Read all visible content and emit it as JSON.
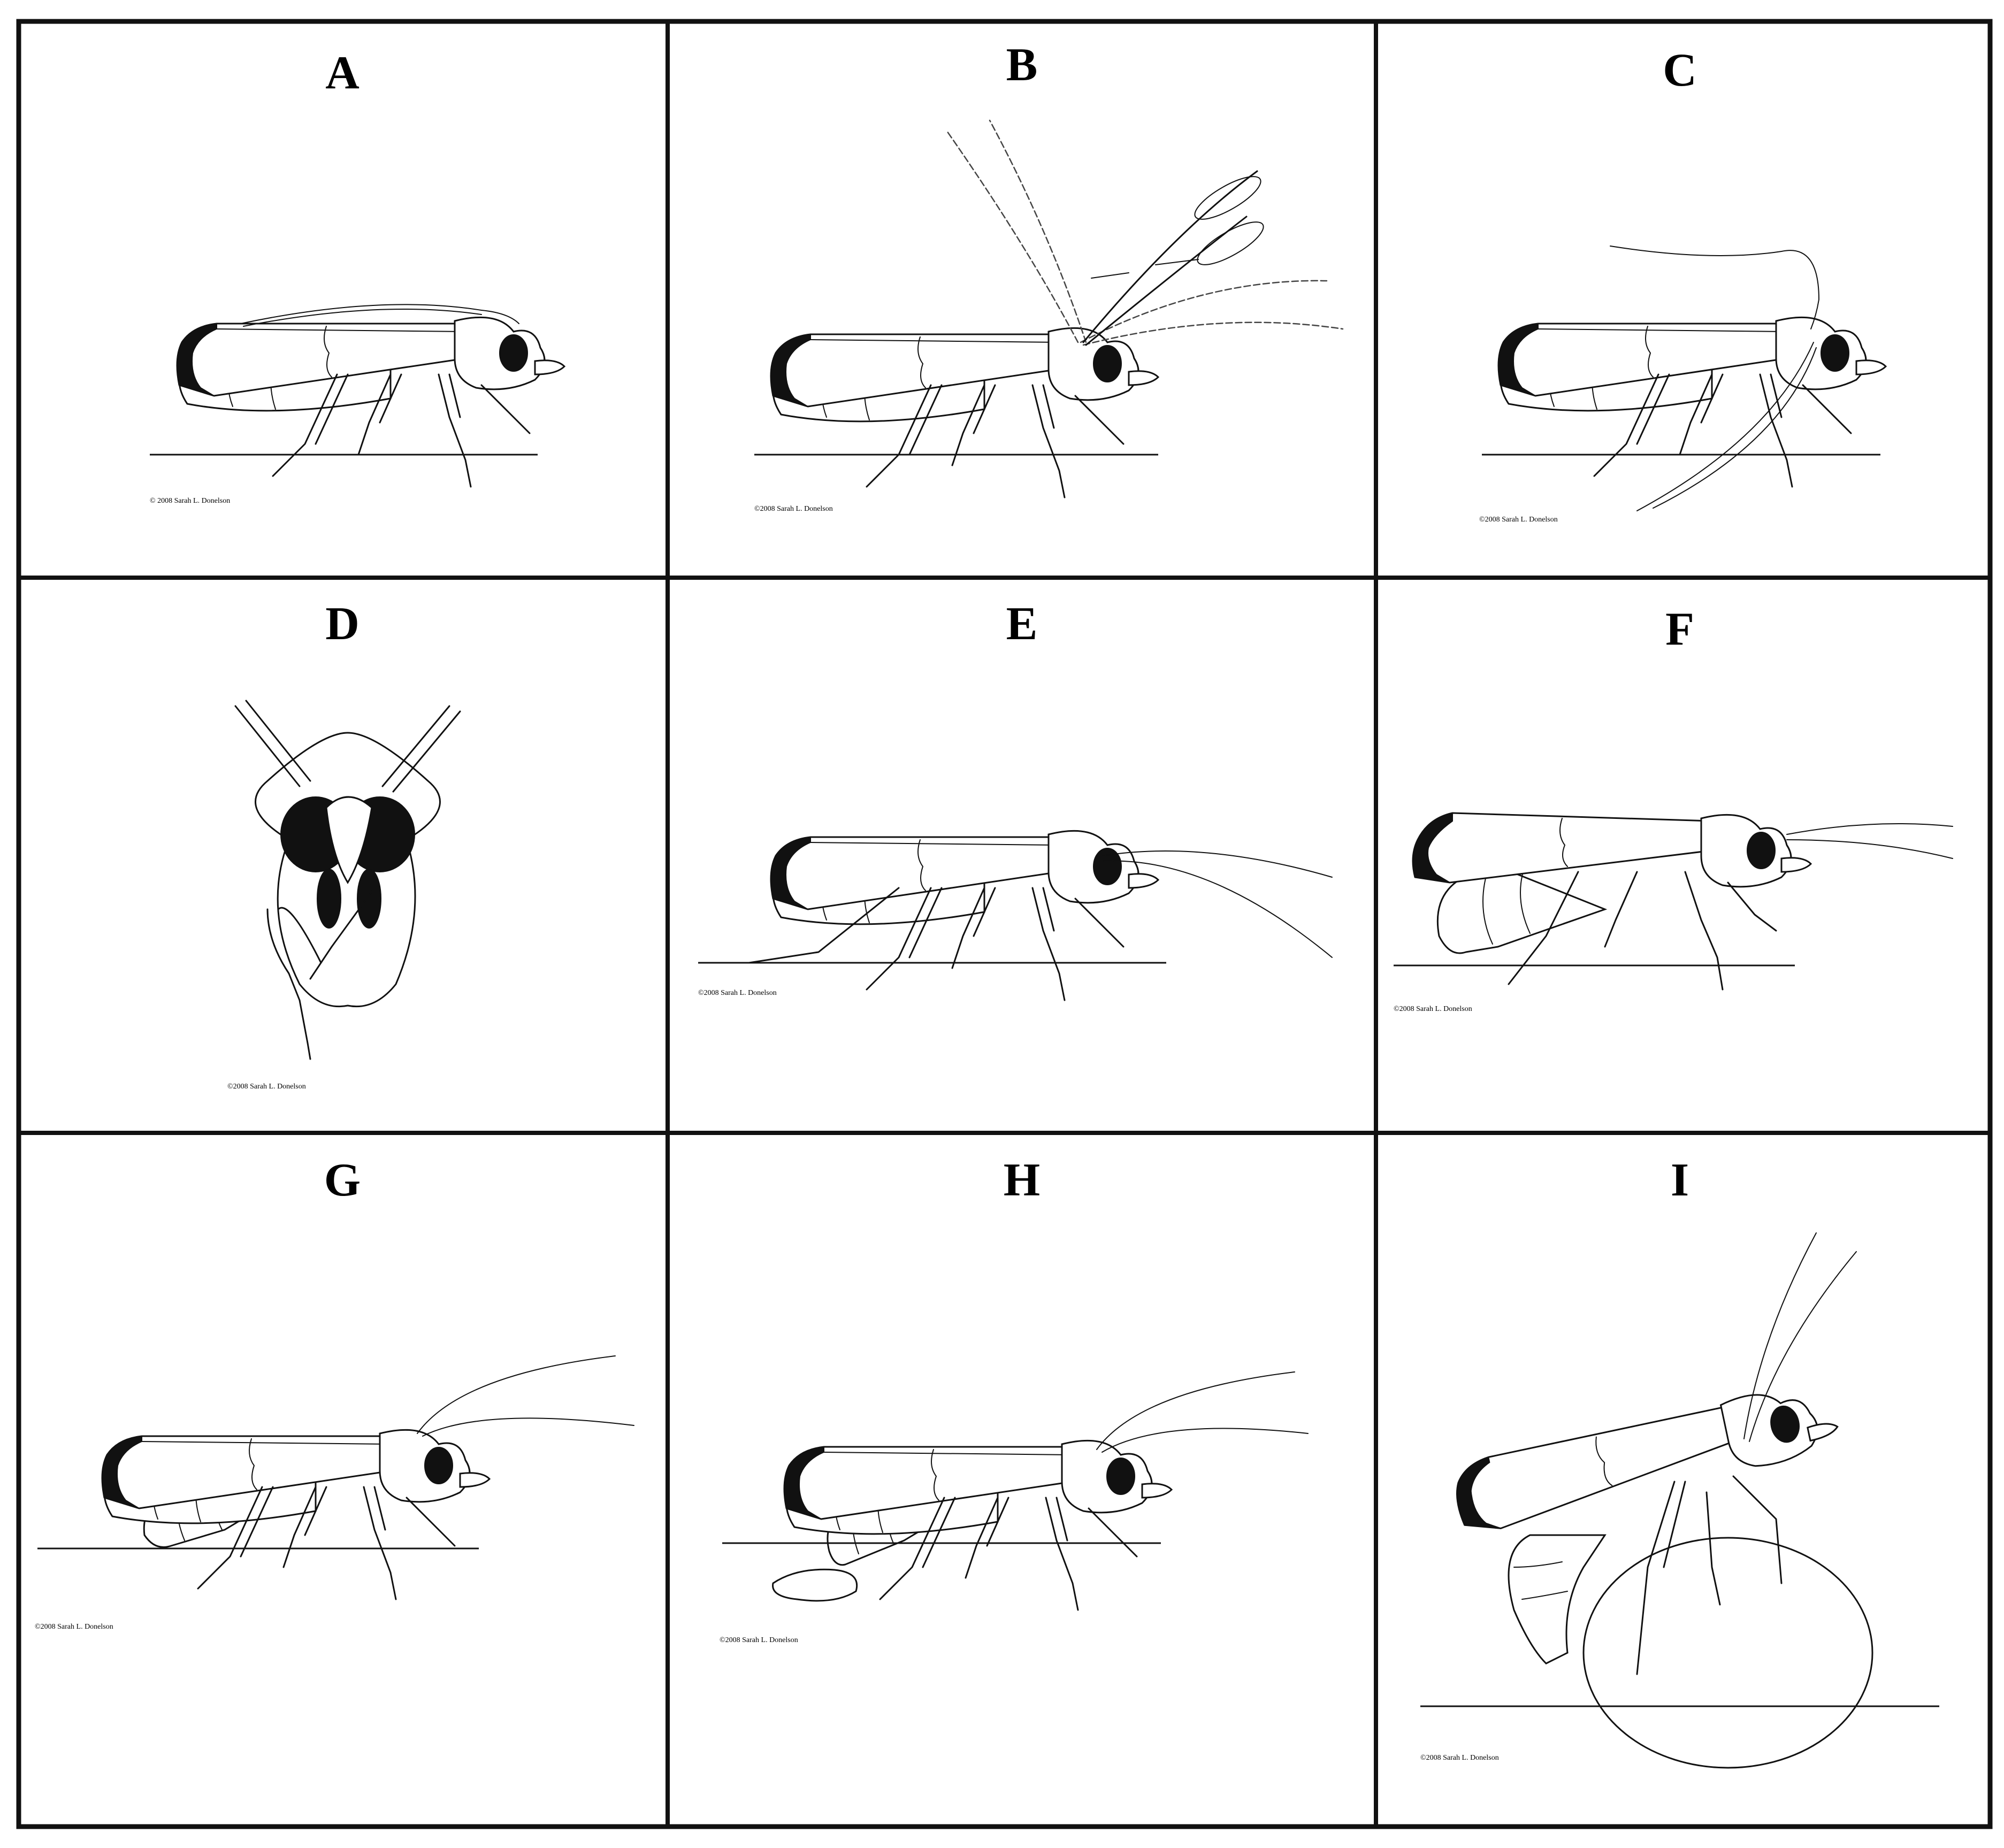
{
  "panels": [
    {
      "label": "A",
      "credit": "© 2008 Sarah L. Donelson"
    },
    {
      "label": "B",
      "credit": "©2008 Sarah L. Donelson"
    },
    {
      "label": "C",
      "credit": "©2008 Sarah L. Donelson"
    },
    {
      "label": "D",
      "credit": "©2008 Sarah L. Donelson"
    },
    {
      "label": "E",
      "credit": "©2008 Sarah L. Donelson"
    },
    {
      "label": "F",
      "credit": "©2008 Sarah L. Donelson"
    },
    {
      "label": "G",
      "credit": "©2008 Sarah L. Donelson"
    },
    {
      "label": "H",
      "credit": "©2008 Sarah L. Donelson"
    },
    {
      "label": "I",
      "credit": "©2008 Sarah L. Donelson"
    }
  ],
  "colors": {
    "ink": "#111111",
    "background": "#ffffff"
  }
}
